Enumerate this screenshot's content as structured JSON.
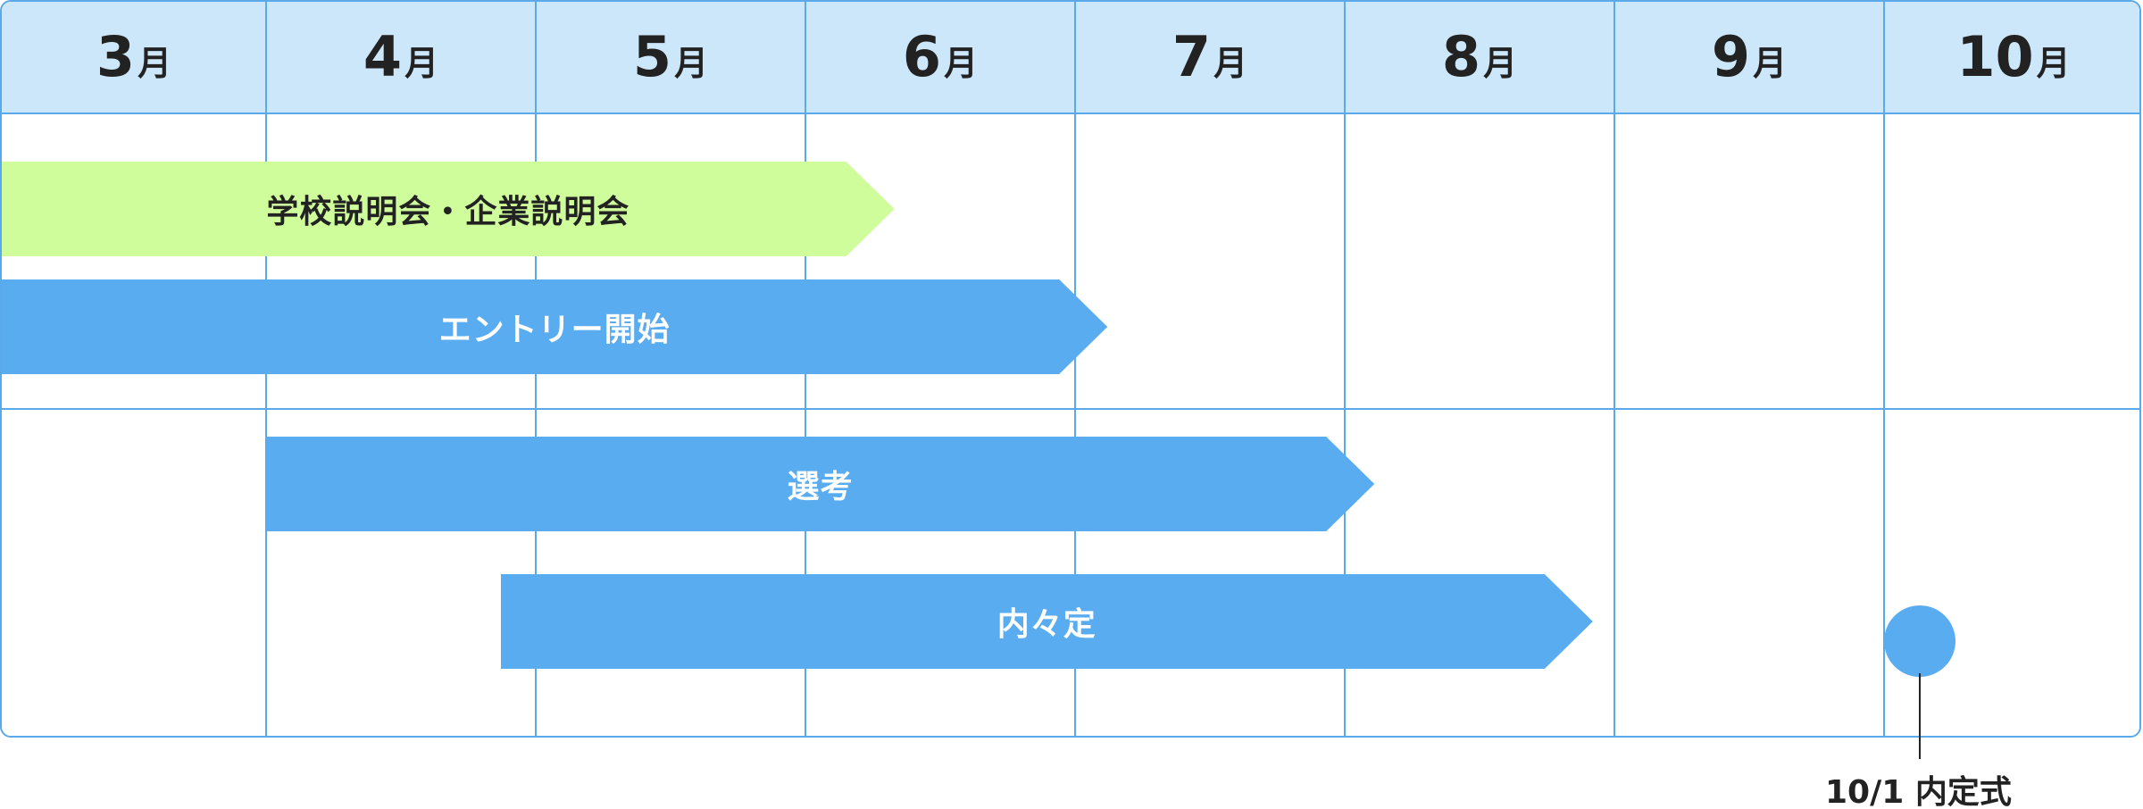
{
  "months": [
    {
      "num": "3",
      "unit": "月"
    },
    {
      "num": "4",
      "unit": "月"
    },
    {
      "num": "5",
      "unit": "月"
    },
    {
      "num": "6",
      "unit": "月"
    },
    {
      "num": "7",
      "unit": "月"
    },
    {
      "num": "8",
      "unit": "月"
    },
    {
      "num": "9",
      "unit": "月"
    },
    {
      "num": "10",
      "unit": "月"
    }
  ],
  "bars": [
    {
      "label": "学校説明会・企業説明会",
      "start": 3.0,
      "end": 6.33,
      "color": "#d0fd9b"
    },
    {
      "label": "エントリー開始",
      "start": 3.0,
      "end": 7.12,
      "color": "#5aacf0"
    },
    {
      "label": "選考",
      "start": 4.0,
      "end": 8.11,
      "color": "#5aacf0"
    },
    {
      "label": "内々定",
      "start": 4.87,
      "end": 8.92,
      "color": "#5aacf0"
    }
  ],
  "milestone": {
    "month": 10.14,
    "label": "10/1 内定式",
    "color": "#5aacf0"
  },
  "colors": {
    "grid": "#5aa9ea",
    "header": "#cce6fa",
    "text": "#222222"
  }
}
